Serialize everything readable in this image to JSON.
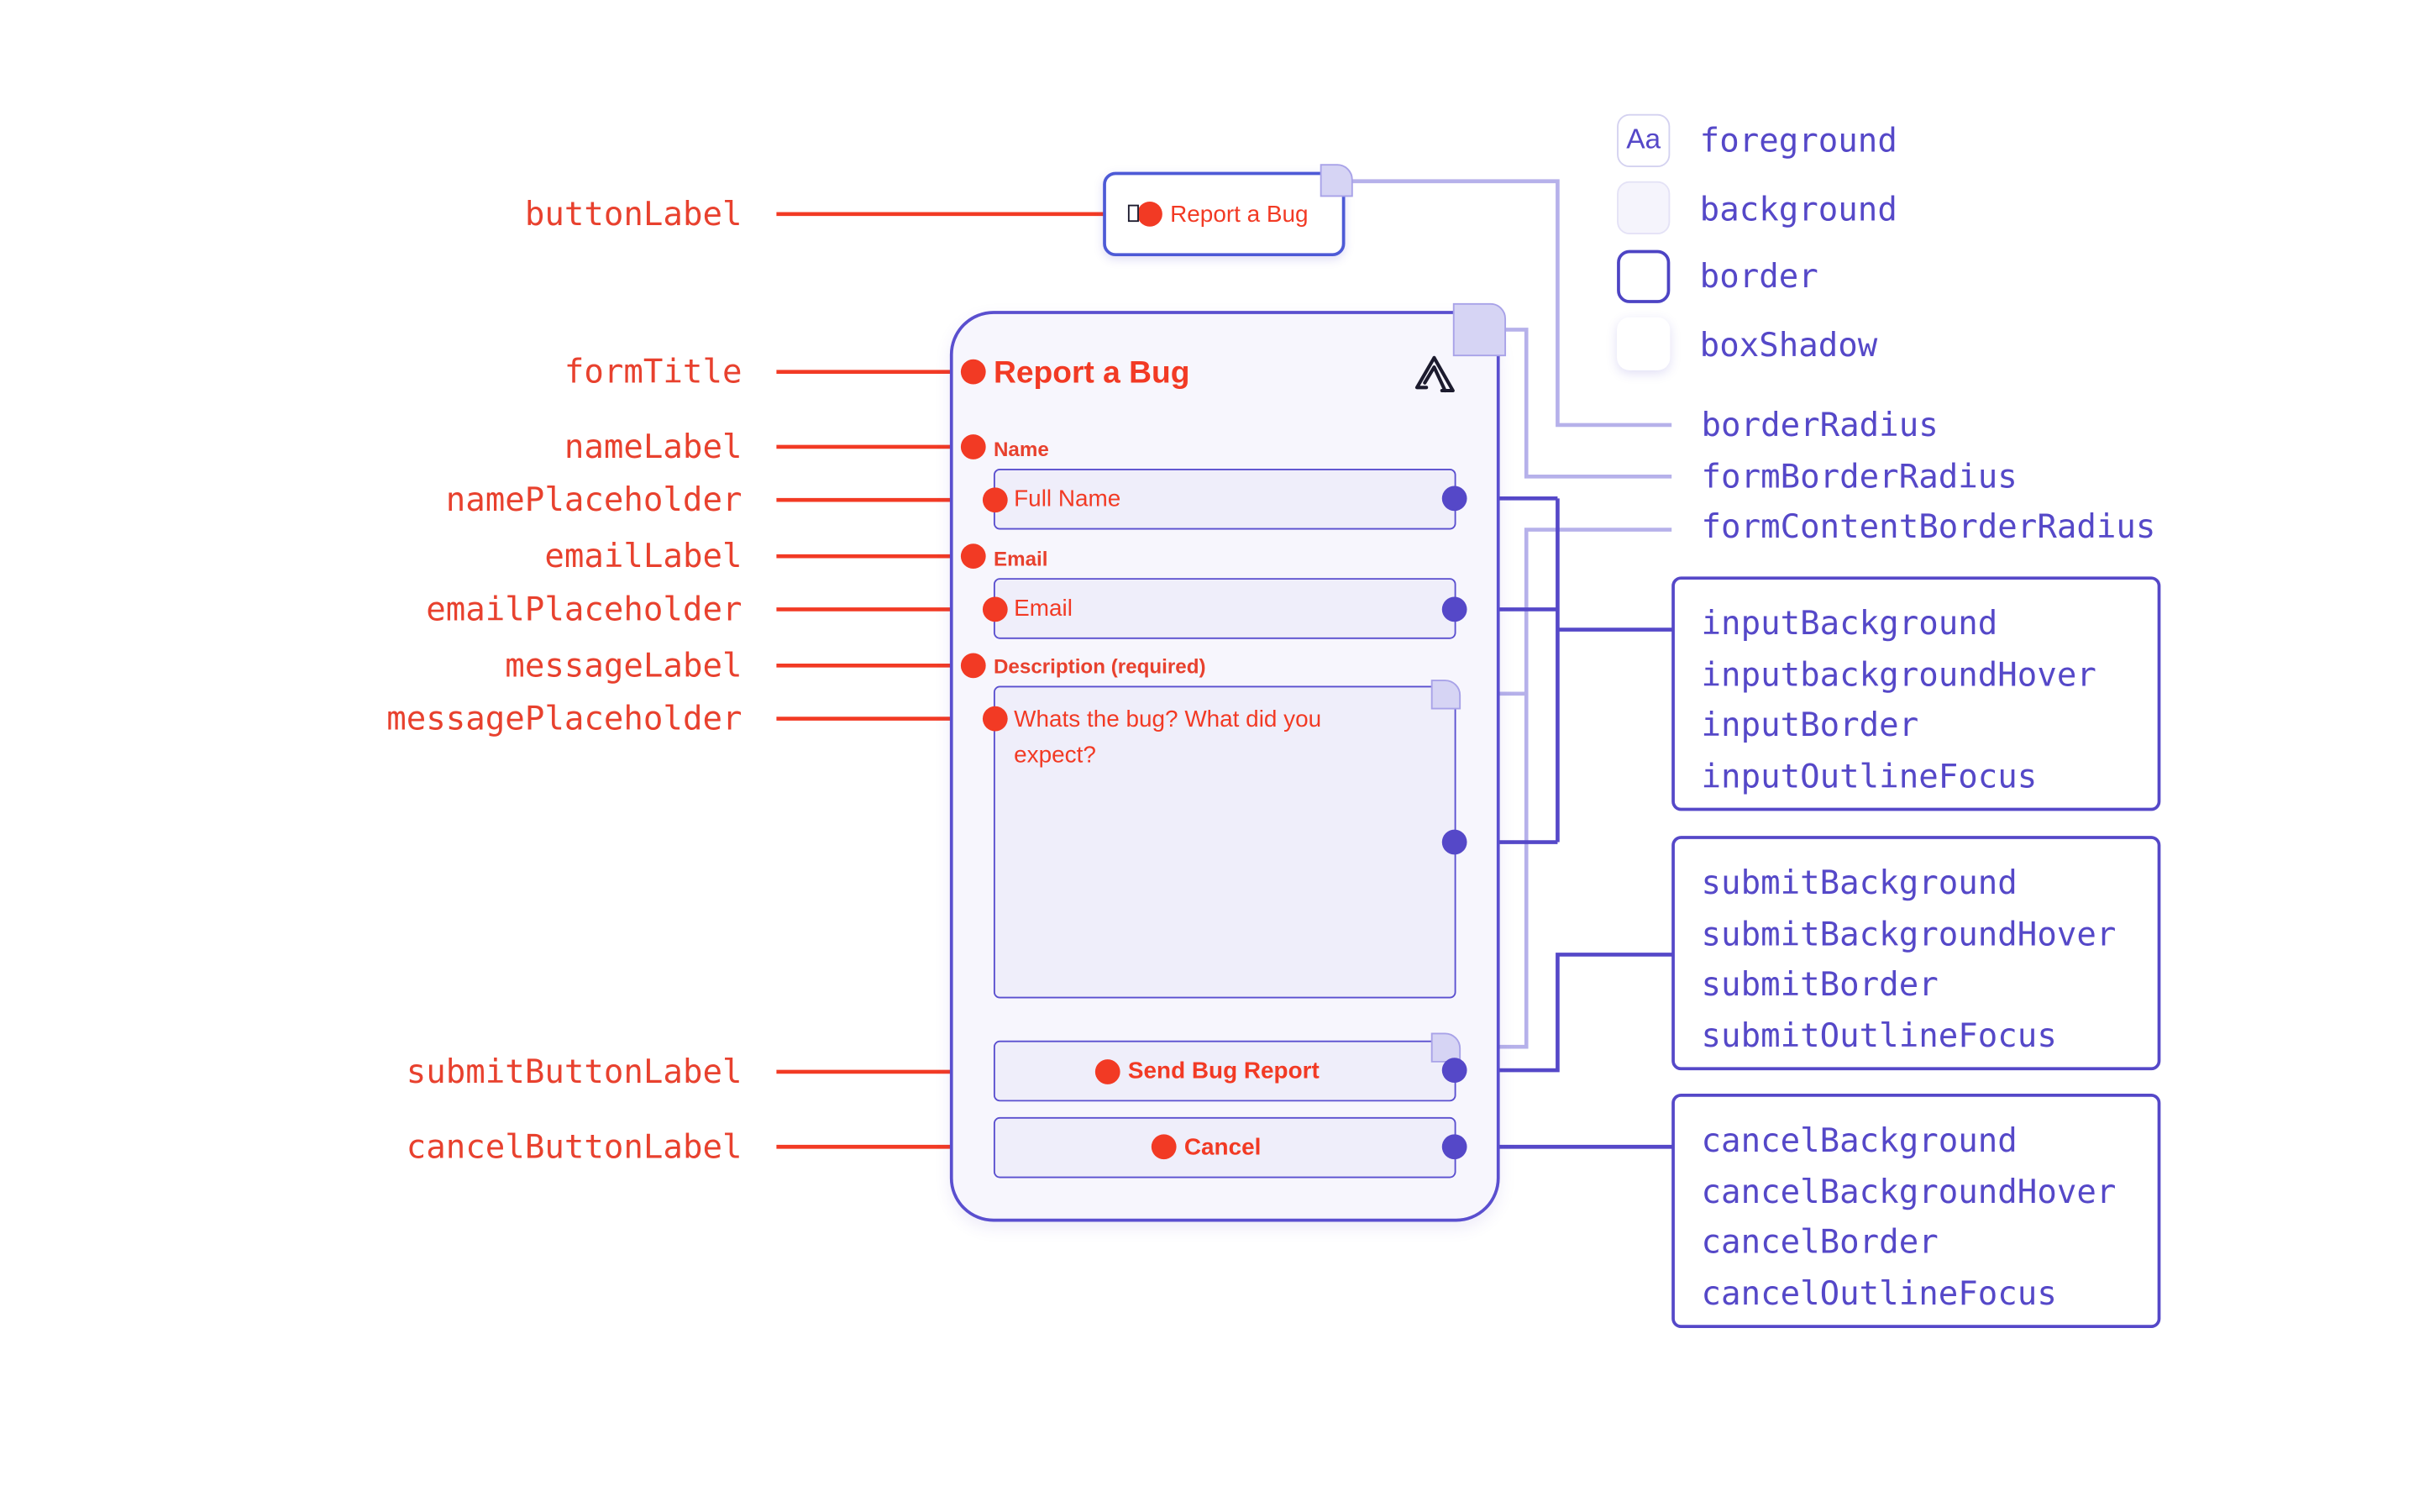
{
  "token_labels": {
    "button_label": "buttonLabel",
    "form_title": "formTitle",
    "name_label": "nameLabel",
    "name_placeholder": "namePlaceholder",
    "email_label": "emailLabel",
    "email_placeholder": "emailPlaceholder",
    "message_label": "messageLabel",
    "message_placeholder": "messagePlaceholder",
    "submit_button_label": "submitButtonLabel",
    "cancel_button_label": "cancelButtonLabel"
  },
  "widget": {
    "trigger_label": "Report a Bug",
    "form_title": "Report a Bug",
    "name_label": "Name",
    "name_placeholder": "Full Name",
    "email_label": "Email",
    "email_placeholder": "Email",
    "message_label": "Description (required)",
    "message_placeholder": "Whats the bug? What did you expect?",
    "submit_label": "Send Bug Report",
    "cancel_label": "Cancel",
    "logo_icon": "sentry-logo-icon"
  },
  "legend": {
    "foreground_glyph": "Aa",
    "foreground": "foreground",
    "background": "background",
    "border": "border",
    "box_shadow": "boxShadow"
  },
  "radius_tokens": {
    "border_radius": "borderRadius",
    "form_border_radius": "formBorderRadius",
    "form_content_border_radius": "formContentBorderRadius"
  },
  "token_groups": {
    "input": [
      "inputBackground",
      "inputbackgroundHover",
      "inputBorder",
      "inputOutlineFocus"
    ],
    "submit": [
      "submitBackground",
      "submitBackgroundHover",
      "submitBorder",
      "submitOutlineFocus"
    ],
    "cancel": [
      "cancelBackground",
      "cancelBackgroundHover",
      "cancelBorder",
      "cancelOutlineFocus"
    ]
  },
  "colors": {
    "label_red": "#e8412e",
    "dot_red": "#f23a24",
    "token_violet": "#5548c8",
    "radius_line": "#b6b1ea",
    "form_background": "#f7f6fd",
    "input_background": "#efeefa"
  }
}
